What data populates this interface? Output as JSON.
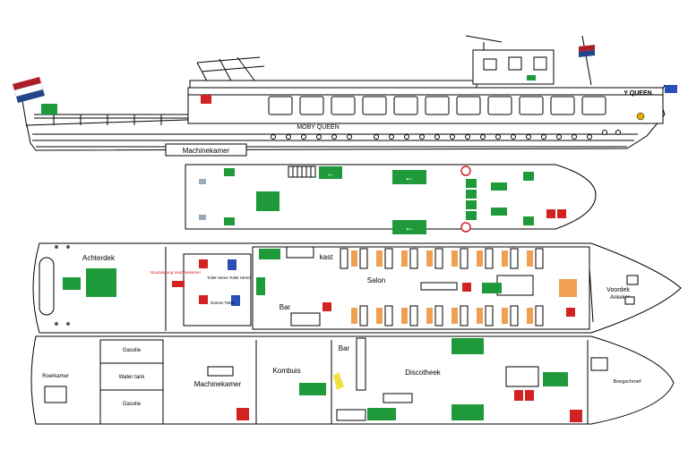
{
  "ship": {
    "name_side": "MOBY QUEEN",
    "name_bow": "Y QUEEN",
    "engine_room_side": "Machinekamer"
  },
  "deck_middle": {
    "achterdek": "Achterdek",
    "kast": "kast",
    "salon": "Salon",
    "bar": "Bar",
    "voordek": "Voordek",
    "anker": "Ankeker",
    "toilet_heren_1": "Toilet Heren",
    "toilet_heren_2": "Toilet Heren",
    "toilet_dames": "Dames Toilet",
    "nooduitgang": "Nooduitgang machinekamer"
  },
  "deck_lower": {
    "roerkamer": "Roerkamer",
    "gasolie_1": "Gasolie",
    "water_tank": "Water tank",
    "gasolie_2": "Gasolie",
    "machinekamer": "Machinekamer",
    "kombuis": "Kombuis",
    "bar": "Bar",
    "discotheek": "Discotheek",
    "boegschroef": "Boegschroef"
  },
  "colors": {
    "exit_green": "#1f9a3a",
    "fire_red": "#d22222",
    "seat_orange": "#f0a050",
    "flag_nl": [
      "#ae1c28",
      "#ffffff",
      "#21468b"
    ]
  }
}
